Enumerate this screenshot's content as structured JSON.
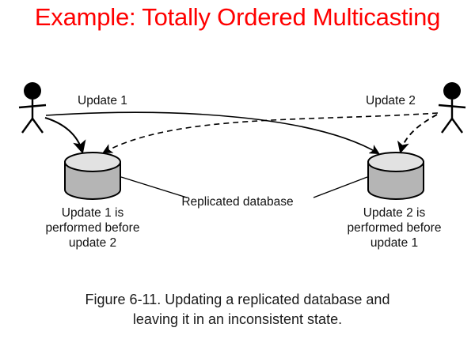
{
  "slide": {
    "title": "Example: Totally Ordered Multicasting",
    "title_color": "#ff0000",
    "background_color": "#ffffff"
  },
  "diagram": {
    "actors": [
      {
        "id": "left-actor",
        "name": "client-left"
      },
      {
        "id": "right-actor",
        "name": "client-right"
      }
    ],
    "messages": [
      {
        "id": "update-1",
        "label": "Update 1",
        "style": "solid"
      },
      {
        "id": "update-2",
        "label": "Update 2",
        "style": "dashed"
      }
    ],
    "databases": [
      {
        "id": "left-db",
        "pointer_label": "Replicated database",
        "caption_lines": [
          "Update 1 is",
          "performed before",
          "update 2"
        ],
        "fill_color": "#b5b5b5",
        "top_color": "#dedede",
        "stroke_color": "#000000"
      },
      {
        "id": "right-db",
        "caption_lines": [
          "Update 2 is",
          "performed before",
          "update 1"
        ],
        "fill_color": "#b5b5b5",
        "top_color": "#dedede",
        "stroke_color": "#000000"
      }
    ],
    "pointer_label": "Replicated database"
  },
  "figure_caption": {
    "line_1": "Figure 6-11. Updating a replicated database and",
    "line_2": "leaving it in an inconsistent state."
  }
}
